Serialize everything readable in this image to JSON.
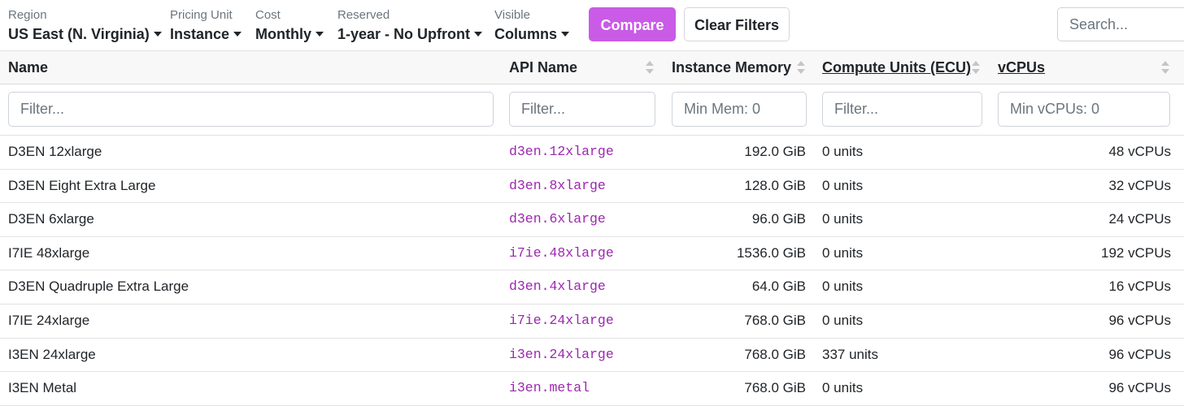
{
  "filters": {
    "region": {
      "label": "Region",
      "value": "US East (N. Virginia)"
    },
    "pricing_unit": {
      "label": "Pricing Unit",
      "value": "Instance"
    },
    "cost": {
      "label": "Cost",
      "value": "Monthly"
    },
    "reserved": {
      "label": "Reserved",
      "value": "1-year - No Upfront"
    },
    "visible": {
      "label": "Visible",
      "value": "Columns"
    }
  },
  "actions": {
    "compare_label": "Compare",
    "clear_label": "Clear Filters"
  },
  "search": {
    "placeholder": "Search..."
  },
  "table": {
    "columns": {
      "name": "Name",
      "api_name": "API Name",
      "memory": "Instance Memory",
      "ecu": "Compute Units (ECU)",
      "vcpus": "vCPUs"
    },
    "column_filters": {
      "name": "Filter...",
      "api_name": "Filter...",
      "memory": "Min Mem: 0",
      "ecu": "Filter...",
      "vcpus": "Min vCPUs: 0"
    },
    "rows": [
      {
        "name": "D3EN 12xlarge",
        "api": "d3en.12xlarge",
        "memory": "192.0 GiB",
        "ecu": "0 units",
        "vcpus": "48 vCPUs"
      },
      {
        "name": "D3EN Eight Extra Large",
        "api": "d3en.8xlarge",
        "memory": "128.0 GiB",
        "ecu": "0 units",
        "vcpus": "32 vCPUs"
      },
      {
        "name": "D3EN 6xlarge",
        "api": "d3en.6xlarge",
        "memory": "96.0 GiB",
        "ecu": "0 units",
        "vcpus": "24 vCPUs"
      },
      {
        "name": "I7IE 48xlarge",
        "api": "i7ie.48xlarge",
        "memory": "1536.0 GiB",
        "ecu": "0 units",
        "vcpus": "192 vCPUs"
      },
      {
        "name": "D3EN Quadruple Extra Large",
        "api": "d3en.4xlarge",
        "memory": "64.0 GiB",
        "ecu": "0 units",
        "vcpus": "16 vCPUs"
      },
      {
        "name": "I7IE 24xlarge",
        "api": "i7ie.24xlarge",
        "memory": "768.0 GiB",
        "ecu": "0 units",
        "vcpus": "96 vCPUs"
      },
      {
        "name": "I3EN 24xlarge",
        "api": "i3en.24xlarge",
        "memory": "768.0 GiB",
        "ecu": "337 units",
        "vcpus": "96 vCPUs"
      },
      {
        "name": "I3EN Metal",
        "api": "i3en.metal",
        "memory": "768.0 GiB",
        "ecu": "0 units",
        "vcpus": "96 vCPUs"
      }
    ]
  },
  "colors": {
    "accent": "#c95be6",
    "api_text": "#9c27b0"
  }
}
